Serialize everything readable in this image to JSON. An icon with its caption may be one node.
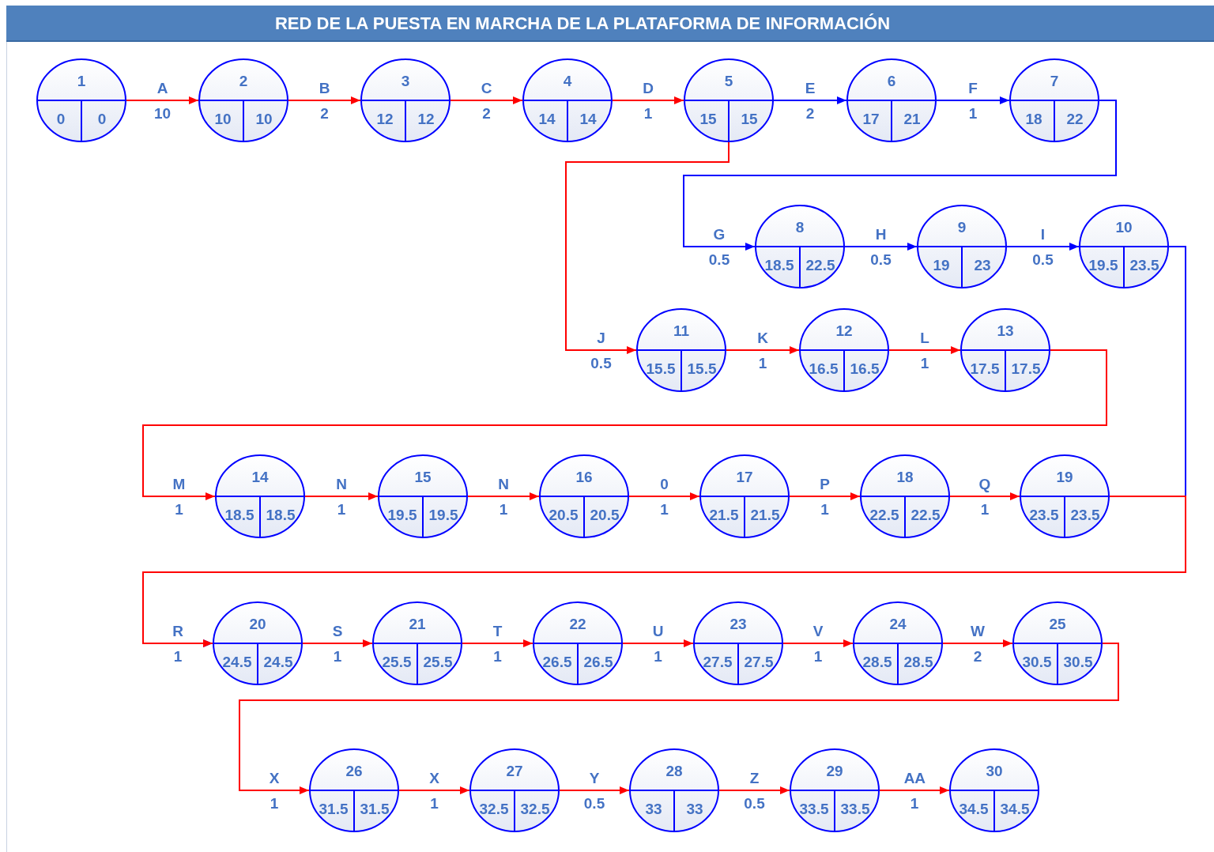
{
  "diagram": {
    "title": "RED DE LA PUESTA EN MARCHA DE LA PLATAFORMA DE INFORMACIÓN",
    "nodes": [
      {
        "text": [
          "1",
          "0",
          "0"
        ]
      },
      {
        "text": [
          "2",
          "10",
          "10"
        ]
      },
      {
        "text": [
          "3",
          "12",
          "12"
        ]
      },
      {
        "text": [
          "4",
          "14",
          "14"
        ]
      },
      {
        "text": [
          "5",
          "15",
          "15"
        ]
      },
      {
        "text": [
          "6",
          "17",
          "21"
        ]
      },
      {
        "text": [
          "7",
          "18",
          "22"
        ]
      },
      {
        "text": [
          "8",
          "18.5",
          "22.5"
        ]
      },
      {
        "text": [
          "9",
          "19",
          "23"
        ]
      },
      {
        "text": [
          "10",
          "19.5",
          "23.5"
        ]
      },
      {
        "text": [
          "11",
          "15.5",
          "15.5"
        ]
      },
      {
        "text": [
          "12",
          "16.5",
          "16.5"
        ]
      },
      {
        "text": [
          "13",
          "17.5",
          "17.5"
        ]
      },
      {
        "text": [
          "14",
          "18.5",
          "18.5"
        ]
      },
      {
        "text": [
          "15",
          "19.5",
          "19.5"
        ]
      },
      {
        "text": [
          "16",
          "20.5",
          "20.5"
        ]
      },
      {
        "text": [
          "17",
          "21.5",
          "21.5"
        ]
      },
      {
        "text": [
          "18",
          "22.5",
          "22.5"
        ]
      },
      {
        "text": [
          "19",
          "23.5",
          "23.5"
        ]
      },
      {
        "text": [
          "20",
          "24.5",
          "24.5"
        ]
      },
      {
        "text": [
          "21",
          "25.5",
          "25.5"
        ]
      },
      {
        "text": [
          "22",
          "26.5",
          "26.5"
        ]
      },
      {
        "text": [
          "23",
          "27.5",
          "27.5"
        ]
      },
      {
        "text": [
          "24",
          "28.5",
          "28.5"
        ]
      },
      {
        "text": [
          "25",
          "30.5",
          "30.5"
        ]
      },
      {
        "text": [
          "26",
          "31.5",
          "31.5"
        ]
      },
      {
        "text": [
          "27",
          "32.5",
          "32.5"
        ]
      },
      {
        "text": [
          "28",
          "33",
          "33"
        ]
      },
      {
        "text": [
          "29",
          "33.5",
          "33.5"
        ]
      },
      {
        "text": [
          "30",
          "34.5",
          "34.5"
        ]
      }
    ],
    "edges": [
      {
        "from": 0,
        "to": 1,
        "arrow": "to",
        "label": "A 10"
      },
      {
        "from": 1,
        "to": 2,
        "arrow": "to",
        "label": "B 2"
      },
      {
        "from": 2,
        "to": 3,
        "arrow": "to",
        "label": "C 2"
      },
      {
        "from": 3,
        "to": 4,
        "arrow": "to",
        "label": "D 1"
      },
      {
        "from": 4,
        "to": 5,
        "arrow": "to",
        "label": "E 2",
        "color": "#0000ff"
      },
      {
        "from": 5,
        "to": 6,
        "arrow": "to",
        "label": "F 1",
        "color": "#0000ff"
      },
      {
        "from": 6,
        "to": 7,
        "arrow": "to",
        "label": "G 0.5",
        "color": "#0000ff"
      },
      {
        "from": 7,
        "to": 8,
        "arrow": "to",
        "label": "H 0.5",
        "color": "#0000ff"
      },
      {
        "from": 8,
        "to": 9,
        "arrow": "to",
        "label": "I 0.5",
        "color": "#0000ff"
      },
      {
        "from": 4,
        "to": 10,
        "arrow": "to",
        "label": "J 0.5"
      },
      {
        "from": 10,
        "to": 11,
        "arrow": "to",
        "label": "K 1"
      },
      {
        "from": 11,
        "to": 12,
        "arrow": "to",
        "label": "L 1"
      },
      {
        "from": 12,
        "to": 13,
        "arrow": "to",
        "label": "M 1"
      },
      {
        "from": 13,
        "to": 14,
        "arrow": "to",
        "label": "N 1"
      },
      {
        "from": 14,
        "to": 15,
        "arrow": "to",
        "label": "N 1"
      },
      {
        "from": 15,
        "to": 16,
        "arrow": "to",
        "label": "0 1"
      },
      {
        "from": 16,
        "to": 17,
        "arrow": "to",
        "label": "P 1"
      },
      {
        "from": 17,
        "to": 18,
        "arrow": "to",
        "label": "Q 1"
      },
      {
        "from": 9,
        "to": 19,
        "arrow": "to",
        "color": "#0000ff"
      },
      {
        "from": 18,
        "to": 19,
        "arrow": "to",
        "label": "R 1"
      },
      {
        "from": 19,
        "to": 20,
        "arrow": "to",
        "label": "S 1"
      },
      {
        "from": 20,
        "to": 21,
        "arrow": "to",
        "label": "T 1"
      },
      {
        "from": 21,
        "to": 22,
        "arrow": "to",
        "label": "U 1"
      },
      {
        "from": 22,
        "to": 23,
        "arrow": "to",
        "label": "V 1"
      },
      {
        "from": 23,
        "to": 24,
        "arrow": "to",
        "label": "W 2"
      },
      {
        "from": 24,
        "to": 25,
        "arrow": "to",
        "label": "X 1"
      },
      {
        "from": 25,
        "to": 26,
        "arrow": "to",
        "label": "X 1"
      },
      {
        "from": 26,
        "to": 27,
        "arrow": "to",
        "label": "Y 0.5"
      },
      {
        "from": 27,
        "to": 28,
        "arrow": "to",
        "label": "Z 0.5"
      },
      {
        "from": 28,
        "to": 29,
        "arrow": "to",
        "label": "AA 1"
      }
    ]
  }
}
